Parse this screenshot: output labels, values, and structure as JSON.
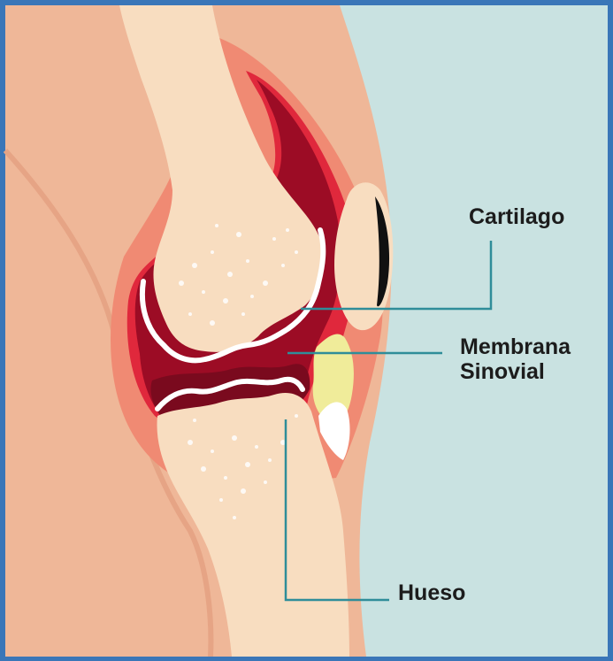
{
  "labels": {
    "cartilage": "Cartilago",
    "membrane_line1": "Membrana",
    "membrane_line2": "Sinovial",
    "bone": "Hueso"
  },
  "colors": {
    "frame": "#3a76b8",
    "background": "#c9e2e1",
    "skin": "#efb798",
    "skin_outline": "#d8967a",
    "bone": "#f8ddc0",
    "inflamed_tissue": "#f08a73",
    "synovial_red": "#e0283c",
    "synovial_dark": "#9c0c25",
    "synovial_deep": "#6e0618",
    "cartilage_white": "#ffffff",
    "fluid_yellow": "#f0ec9a",
    "patella_dark": "#111111",
    "leader_line": "#2f8d99",
    "label_text": "#1c1c1c"
  }
}
